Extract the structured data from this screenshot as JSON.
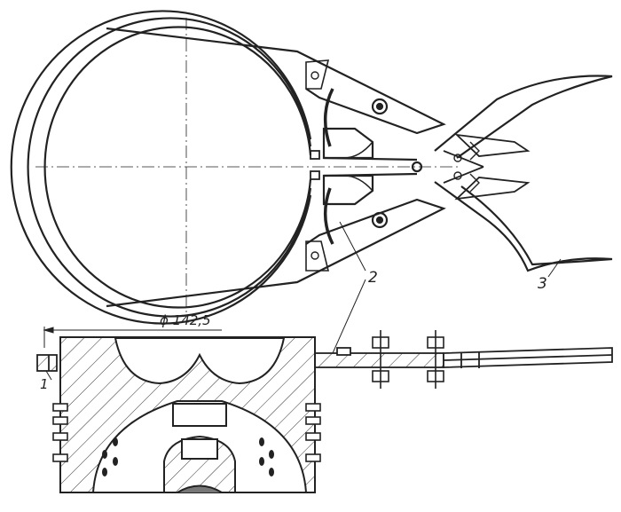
{
  "diagram": {
    "labels": {
      "part_1": "1",
      "part_2": "2",
      "part_3": "3",
      "diameter": "ϕ 142,5"
    },
    "colors": {
      "ink": "#222222",
      "paper": "#ffffff"
    }
  }
}
